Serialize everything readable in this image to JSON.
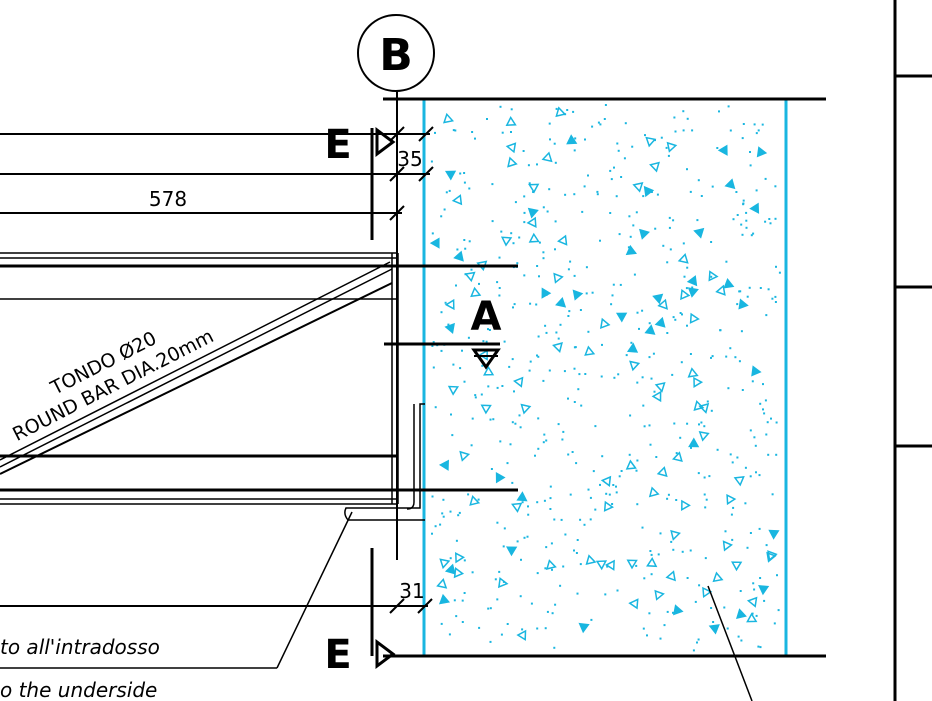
{
  "drawing": {
    "grid_label": "B",
    "section_label_top": "E",
    "section_label_bottom": "E",
    "section_marker": "A",
    "dim_top": "35",
    "dim_width": "578",
    "dim_bottom": "31",
    "bar_note_it": "TONDO Ø20",
    "bar_note_en": "ROUND BAR DIA.20mm",
    "note_it": "to all'intradosso",
    "note_en": "o the underside",
    "colors": {
      "line": "#000000",
      "concrete": "#19b6e0"
    }
  }
}
